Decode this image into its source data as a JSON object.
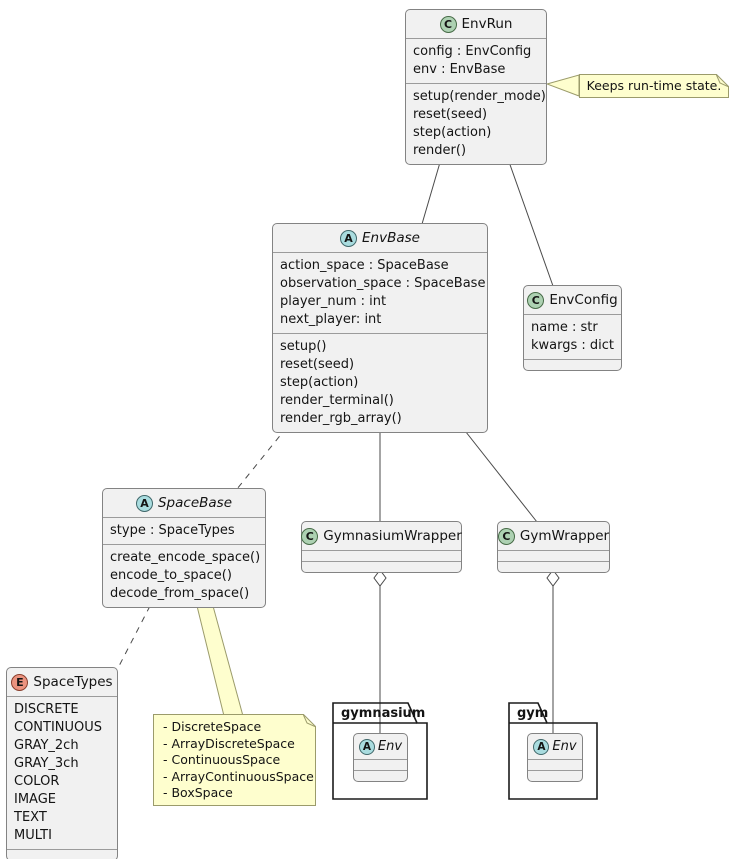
{
  "diagram_type": "uml-class-diagram",
  "colors": {
    "class_fill": "#f1f1f1",
    "class_border": "#838383",
    "class_spot": "#ADD1B2",
    "abstract_spot": "#A9DCDF",
    "enum_spot": "#EB937F",
    "note_fill": "#FEFECE",
    "note_border": "#9B9B6B",
    "line": "#4A4A4A"
  },
  "classes": {
    "envrun": {
      "stereotype": "C",
      "name": "EnvRun",
      "attrs": [
        "config : EnvConfig",
        "env : EnvBase"
      ],
      "methods": [
        "setup(render_mode)",
        "reset(seed)",
        "step(action)",
        "render()"
      ]
    },
    "envbase": {
      "stereotype": "A",
      "name": "EnvBase",
      "attrs": [
        "action_space : SpaceBase",
        "observation_space : SpaceBase",
        "player_num : int",
        "next_player: int"
      ],
      "methods": [
        "setup()",
        "reset(seed)",
        "step(action)",
        "render_terminal()",
        "render_rgb_array()"
      ]
    },
    "envconfig": {
      "stereotype": "C",
      "name": "EnvConfig",
      "attrs": [
        "name : str",
        "kwargs : dict"
      ]
    },
    "spacebase": {
      "stereotype": "A",
      "name": "SpaceBase",
      "attrs": [
        "stype : SpaceTypes"
      ],
      "methods": [
        "create_encode_space()",
        "encode_to_space()",
        "decode_from_space()"
      ]
    },
    "gymnasiumwrapper": {
      "stereotype": "C",
      "name": "GymnasiumWrapper"
    },
    "gymwrapper": {
      "stereotype": "C",
      "name": "GymWrapper"
    },
    "spacetypes": {
      "stereotype": "E",
      "name": "SpaceTypes",
      "values": [
        "DISCRETE",
        "CONTINUOUS",
        "GRAY_2ch",
        "GRAY_3ch",
        "COLOR",
        "IMAGE",
        "TEXT",
        "MULTI"
      ]
    },
    "gymnasium_env": {
      "stereotype": "A",
      "name": "Env"
    },
    "gym_env": {
      "stereotype": "A",
      "name": "Env"
    }
  },
  "packages": {
    "gymnasium": {
      "name": "gymnasium"
    },
    "gym": {
      "name": "gym"
    }
  },
  "notes": {
    "runtime": {
      "text": "Keeps run-time state."
    },
    "spaces": {
      "lines": [
        "- DiscreteSpace",
        "- ArrayDiscreteSpace",
        "- ContinuousSpace",
        "- ArrayContinuousSpace",
        "- BoxSpace"
      ]
    }
  }
}
